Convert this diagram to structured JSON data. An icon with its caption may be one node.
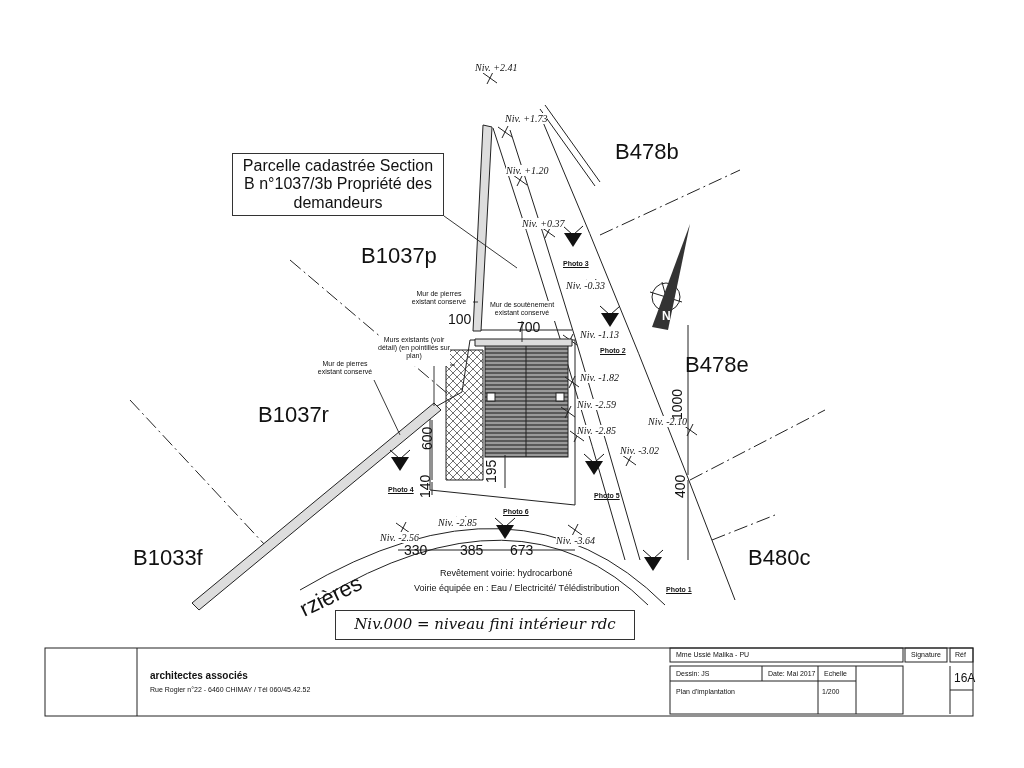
{
  "diagram": {
    "nodes": [
      {
        "text": [
          "Parcelle cadastrée Section B n°1037/3b Propriété des demandeurs"
        ]
      },
      {
        "text": [
          "Mur de pierres existant conservé"
        ]
      },
      {
        "text": [
          "Mur de soutènement existant conservé"
        ]
      },
      {
        "text": [
          "Murs existants (voir détail) (en pointillés sur plan)"
        ]
      },
      {
        "text": [
          "Mur de pierres existant conservé"
        ]
      },
      {
        "text": [
          "Niv.000 = niveau fini intérieur rdc"
        ]
      },
      {
        "text": [],
        "shape": "bar"
      },
      {
        "text": [],
        "shape": "bar"
      },
      {
        "text": [],
        "shape": "box"
      },
      {
        "text": [],
        "shape": "bar"
      }
    ],
    "edges": [
      {
        "from": 0,
        "to": null,
        "arrow": "none"
      },
      {
        "from": 1,
        "to": 6,
        "arrow": "none"
      },
      {
        "from": 2,
        "to": 7,
        "arrow": "none"
      },
      {
        "from": 3,
        "to": 9,
        "arrow": "none"
      },
      {
        "from": 3,
        "to": 8,
        "arrow": "none"
      },
      {
        "from": 4,
        "to": 9,
        "arrow": "none"
      }
    ],
    "labels": [
      "Niv. +2.41",
      "Niv. +1.73",
      "B478b",
      "Niv. +1.20",
      "Niv. +0.37",
      "B1037p",
      "Photo 3",
      "Niv. -0.33",
      "100",
      "700",
      "Niv. -1.13",
      "Photo 2",
      "B478e",
      "Niv. -1.82",
      "B1037r",
      "Niv. -2.59",
      "Niv. -2.10",
      "Niv. -2.85",
      "600",
      "Niv. -3.02",
      "140",
      "195",
      "1000",
      "400",
      "Photo 4",
      "Photo 5",
      "Photo 6",
      "Niv. -2.85",
      "Niv. -2.56",
      "Niv. -3.64",
      "330",
      "385",
      "673",
      "B1033f",
      "B480c",
      "rzières",
      "Revêtement voirie: hydrocarboné",
      "Voirie équipée en : Eau / Electricité/ Télédistribution",
      "Photo 1",
      "N",
      "architectes associés",
      "Rue Rogier n°22 - 6460 CHIMAY / Tél 060/45.42.52",
      "Mme Ussié Malika - PU",
      "Signature",
      "Réf",
      "Dessin: JS",
      "Date: Mai 2017",
      "Echelle",
      "Plan d'implantation",
      "1/200",
      "16A"
    ]
  }
}
